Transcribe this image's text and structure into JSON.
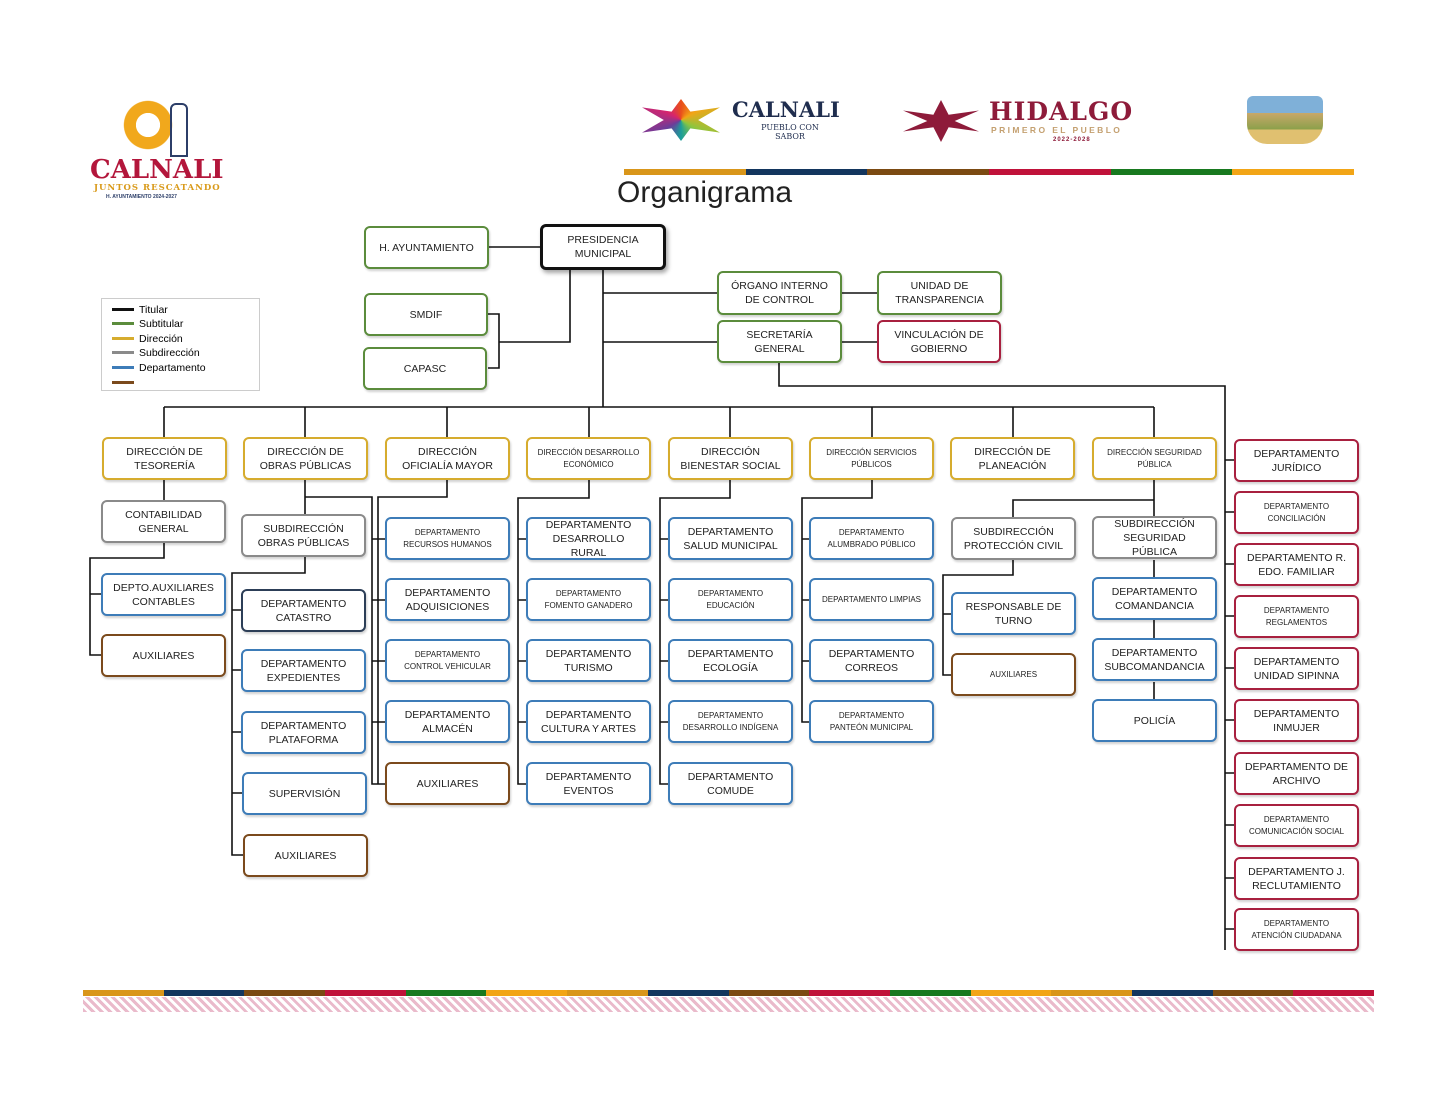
{
  "header": {
    "title": "Organigrama",
    "logo_left": {
      "name": "CALNALI",
      "tagline": "JUNTOS RESCATANDO",
      "subline": "H. AYUNTAMIENTO 2024-2027"
    },
    "logo_center": {
      "name": "CALNALI",
      "tagline": "PUEBLO CON SABOR"
    },
    "logo_hidalgo": {
      "name": "HIDALGO",
      "tagline": "PRIMERO EL PUEBLO",
      "years": "2022-2028"
    },
    "strip_colors": [
      "#d9961a",
      "#13365e",
      "#7b4a12",
      "#c0123a",
      "#18791f",
      "#f2a516"
    ]
  },
  "legend": [
    {
      "label": "Titular",
      "color": "#111111"
    },
    {
      "label": "Subtitular",
      "color": "#5b8c3c"
    },
    {
      "label": "Dirección",
      "color": "#d6ac2e"
    },
    {
      "label": "Subdirección",
      "color": "#8a8a8a"
    },
    {
      "label": "Departamento",
      "color": "#3d7cb8"
    },
    {
      "label": "",
      "color": "#7b4a1c"
    }
  ],
  "top": {
    "ayuntamiento": "H. AYUNTAMIENTO",
    "presidencia": "PRESIDENCIA MUNICIPAL",
    "smdif": "SMDIF",
    "capasc": "CAPASC",
    "organo_interno": "ÓRGANO INTERNO DE CONTROL",
    "transparencia": "UNIDAD DE TRANSPARENCIA",
    "secretaria": "SECRETARÍA GENERAL",
    "vinculacion": "VINCULACIÓN DE GOBIERNO"
  },
  "direcciones": [
    {
      "title": "DIRECCIÓN DE TESORERÍA",
      "children": [
        "CONTABILIDAD GENERAL",
        "DEPTO.AUXILIARES CONTABLES",
        "AUXILIARES"
      ]
    },
    {
      "title": "DIRECCIÓN DE OBRAS PÚBLICAS",
      "children": [
        "SUBDIRECCIÓN OBRAS PÚBLICAS",
        "DEPARTAMENTO CATASTRO",
        "DEPARTAMENTO EXPEDIENTES",
        "DEPARTAMENTO PLATAFORMA",
        "SUPERVISIÓN",
        "AUXILIARES"
      ]
    },
    {
      "title": "DIRECCIÓN OFICIALÍA MAYOR",
      "children": [
        "DEPARTAMENTO RECURSOS HUMANOS",
        "DEPARTAMENTO ADQUISICIONES",
        "DEPARTAMENTO CONTROL VEHICULAR",
        "DEPARTAMENTO ALMACÉN",
        "AUXILIARES"
      ]
    },
    {
      "title": "DIRECCIÓN DESARROLLO ECONÓMICO",
      "children": [
        "DEPARTAMENTO DESARROLLO RURAL",
        "DEPARTAMENTO FOMENTO GANADERO",
        "DEPARTAMENTO TURISMO",
        "DEPARTAMENTO CULTURA Y ARTES",
        "DEPARTAMENTO EVENTOS"
      ]
    },
    {
      "title": "DIRECCIÓN BIENESTAR SOCIAL",
      "children": [
        "DEPARTAMENTO SALUD MUNICIPAL",
        "DEPARTAMENTO EDUCACIÓN",
        "DEPARTAMENTO ECOLOGÍA",
        "DEPARTAMENTO DESARROLLO INDÍGENA",
        "DEPARTAMENTO COMUDE"
      ]
    },
    {
      "title": "DIRECCIÓN SERVICIOS PÚBLICOS",
      "children": [
        "DEPARTAMENTO ALUMBRADO PÚBLICO",
        "DEPARTAMENTO LIMPIAS",
        "DEPARTAMENTO CORREOS",
        "DEPARTAMENTO PANTEÓN MUNICIPAL"
      ]
    },
    {
      "title": "DIRECCIÓN DE PLANEACIÓN",
      "children": [
        "SUBDIRECCIÓN PROTECCIÓN CIVIL",
        "RESPONSABLE DE TURNO",
        "AUXILIARES"
      ]
    },
    {
      "title": "DIRECCIÓN SEGURIDAD PÚBLICA",
      "children": [
        "SUBDIRECCIÓN SEGURIDAD PÚBLICA",
        "DEPARTAMENTO COMANDANCIA",
        "DEPARTAMENTO SUBCOMANDANCIA",
        "POLICÍA"
      ]
    }
  ],
  "right_column": [
    "DEPARTAMENTO JURÍDICO",
    "DEPARTAMENTO CONCILIACIÓN",
    "DEPARTAMENTO R. EDO. FAMILIAR",
    "DEPARTAMENTO REGLAMENTOS",
    "DEPARTAMENTO UNIDAD SIPINNA",
    "DEPARTAMENTO INMUJER",
    "DEPARTAMENTO DE ARCHIVO",
    "DEPARTAMENTO COMUNICACIÓN SOCIAL",
    "DEPARTAMENTO J. RECLUTAMIENTO",
    "DEPARTAMENTO ATENCIÓN CIUDADANA"
  ]
}
